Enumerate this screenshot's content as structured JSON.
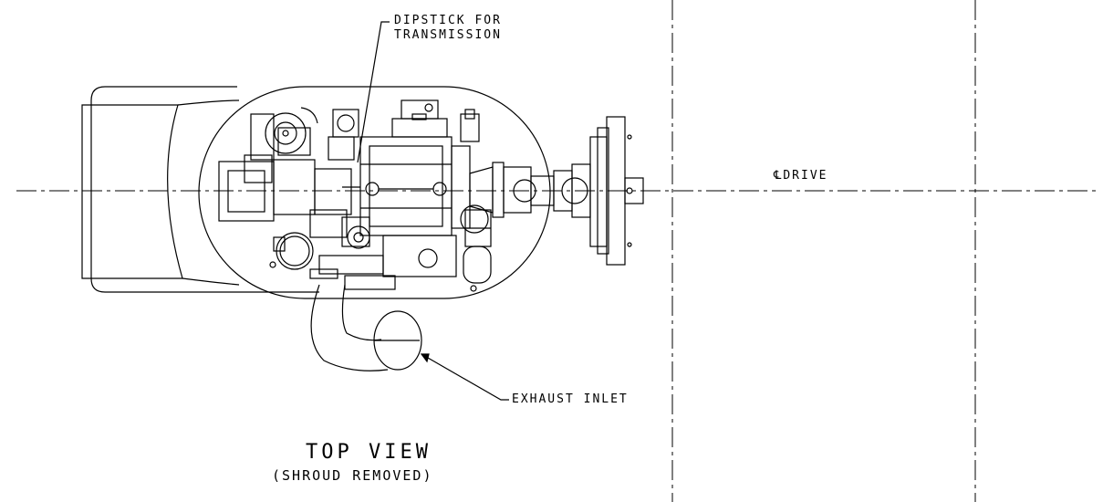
{
  "labels": {
    "dipstick_line1": "DIPSTICK FOR",
    "dipstick_line2": "TRANSMISSION",
    "centerline": "℄DRIVE",
    "exhaust": "EXHAUST INLET",
    "title": "TOP VIEW",
    "subtitle": "(SHROUD REMOVED)"
  },
  "colors": {
    "line": "#000000",
    "background": "#ffffff"
  }
}
